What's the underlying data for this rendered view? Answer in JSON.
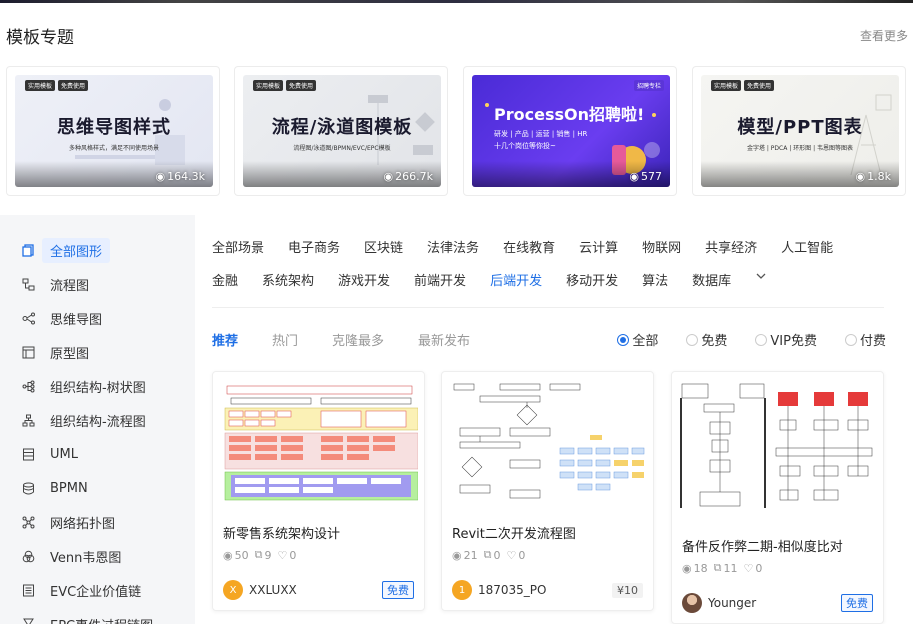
{
  "templates": {
    "title": "模板专题",
    "more_label": "查看更多",
    "cards": [
      {
        "badges": [
          "实用模板",
          "免费使用"
        ],
        "title": "思维导图样式",
        "subtitle": "多种风格样式，满足不同使用场景",
        "views": "164.3k"
      },
      {
        "badges": [
          "实用模板",
          "免费使用"
        ],
        "title": "流程/泳道图模板",
        "subtitle": "流程图/泳道图/BPMN/EVC/EPC模板",
        "views": "266.7k"
      },
      {
        "badges": [
          "招聘专栏"
        ],
        "title": "ProcessOn招聘啦!",
        "subtitle": "研发 | 产品 | 运营 | 销售 | HR",
        "subtitle2": "十几个岗位等你投~",
        "views": "577"
      },
      {
        "badges": [
          "实用模板",
          "免费使用"
        ],
        "title": "模型/PPT图表",
        "subtitle": "金字塔 | PDCA | 环形图 | 韦恩图等图表",
        "views": "1.8k"
      }
    ]
  },
  "sidebar": {
    "items": [
      {
        "label": "全部图形",
        "icon": "all-shapes-icon"
      },
      {
        "label": "流程图",
        "icon": "flowchart-icon"
      },
      {
        "label": "思维导图",
        "icon": "mindmap-icon"
      },
      {
        "label": "原型图",
        "icon": "prototype-icon"
      },
      {
        "label": "组织结构-树状图",
        "icon": "org-tree-icon"
      },
      {
        "label": "组织结构-流程图",
        "icon": "org-flow-icon"
      },
      {
        "label": "UML",
        "icon": "uml-icon"
      },
      {
        "label": "BPMN",
        "icon": "bpmn-icon"
      },
      {
        "label": "网络拓扑图",
        "icon": "network-icon"
      },
      {
        "label": "Venn韦恩图",
        "icon": "venn-icon"
      },
      {
        "label": "EVC企业价值链",
        "icon": "evc-icon"
      },
      {
        "label": "EPC事件过程链图",
        "icon": "epc-icon"
      }
    ]
  },
  "categories": {
    "row1": [
      "全部场景",
      "电子商务",
      "区块链",
      "法律法务",
      "在线教育",
      "云计算",
      "物联网",
      "共享经济",
      "人工智能"
    ],
    "row2": [
      "金融",
      "系统架构",
      "游戏开发",
      "前端开发",
      "后端开发",
      "移动开发",
      "算法",
      "数据库"
    ],
    "active": "后端开发"
  },
  "sort_tabs": [
    "推荐",
    "热门",
    "克隆最多",
    "最新发布"
  ],
  "filters": [
    "全部",
    "免费",
    "VIP免费",
    "付费"
  ],
  "cards": [
    {
      "title": "新零售系统架构设计",
      "views": "50",
      "clones": "9",
      "likes": "0",
      "author": "XXLUXX",
      "avatar_letter": "X",
      "avatar_color": "#f5a623",
      "price": "免费"
    },
    {
      "title": "Revit二次开发流程图",
      "views": "21",
      "clones": "0",
      "likes": "0",
      "author": "187035_PO",
      "avatar_letter": "1",
      "avatar_color": "#f5a623",
      "price": "¥10"
    },
    {
      "title": "备件反作弊二期-相似度比对",
      "views": "18",
      "clones": "11",
      "likes": "0",
      "author": "Younger",
      "avatar_letter": "",
      "avatar_color": "#8a6a5a",
      "price": "免费"
    }
  ]
}
